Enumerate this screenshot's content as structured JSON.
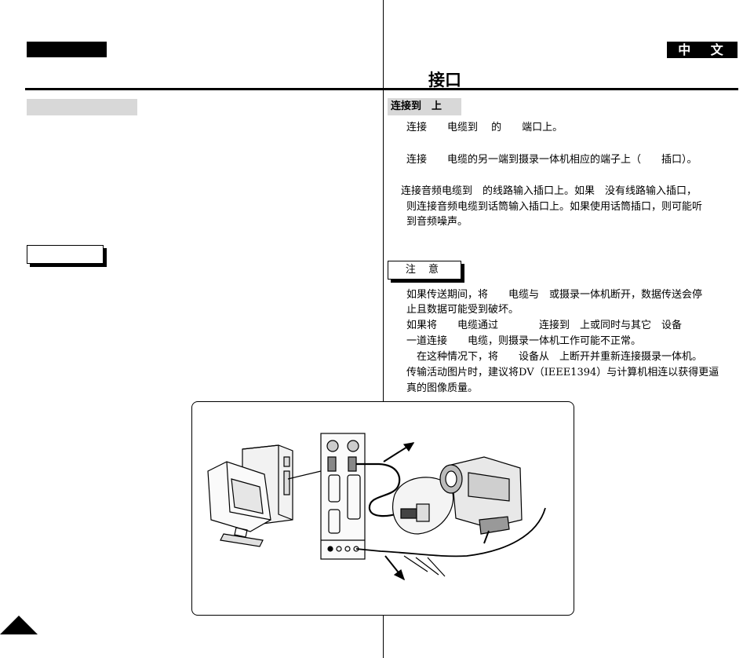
{
  "header": {
    "page_title": "接口",
    "language_badge": "中 文"
  },
  "section": {
    "title": "连接到　上"
  },
  "steps": [
    "连接　　电缆到　 的　　端口上。",
    "连接　　电缆的另一端到摄录一体机相应的端子上（　　插口）。"
  ],
  "audio_note": {
    "line1": "连接音频电缆到　的线路输入插口上。如果　没有线路输入插口，",
    "line2": "则连接音频电缆到话筒输入插口上。如果使用话筒插口，则可能听",
    "line3": "到音频噪声。"
  },
  "note": {
    "label": "注 意",
    "lines": [
      "如果传送期间，将　　电缆与　或摄录一体机断开，数据传送会停",
      "止且数据可能受到破坏。",
      "如果将　　电缆通过　　　　连接到　上或同时与其它　设备",
      "一道连接　　电缆，则摄录一体机工作可能不正常。",
      "　在这种情况下，将　　设备从　上断开并重新连接摄录一体机。",
      "传输活动图片时，建议将DV（IEEE1394）与计算机相连以获得更逼",
      "真的图像质量。"
    ]
  },
  "colors": {
    "ink": "#000000",
    "panel_grey": "#d8d8d8",
    "paper": "#ffffff"
  },
  "icons": {
    "figure": "pc-camcorder-usb-connection-illustration",
    "page_marker": "triangle-page-marker-icon"
  }
}
